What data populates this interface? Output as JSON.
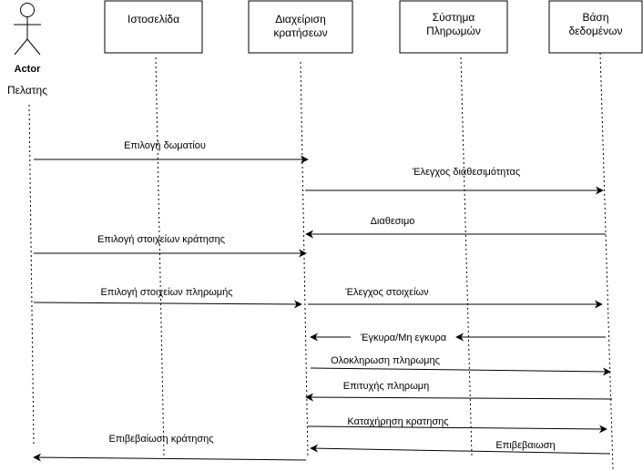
{
  "colors": {
    "line": "#000000",
    "box_fill": "#ffffff",
    "text": "#000000"
  },
  "actor": {
    "role_label": "Actor",
    "name_label": "Πελατης"
  },
  "participants": [
    {
      "id": "website",
      "lines": [
        "Ιστοσελίδα"
      ]
    },
    {
      "id": "booking",
      "lines": [
        "Διαχείριση",
        "κρατήσεων"
      ]
    },
    {
      "id": "payment",
      "lines": [
        "Σύστημα",
        "Πληρωμών"
      ]
    },
    {
      "id": "database",
      "lines": [
        "Βάση",
        "δεδομένων"
      ]
    }
  ],
  "messages": [
    {
      "id": "select-room",
      "label": "Επιλογή δωματίου"
    },
    {
      "id": "check-availability",
      "label": "Έλεγχος διαθεσιμότητας"
    },
    {
      "id": "available",
      "label": "Διαθεσιμο"
    },
    {
      "id": "select-booking-details",
      "label": "Επιλογή στοιχείων κράτησης"
    },
    {
      "id": "select-payment-details",
      "label": "Επιλογή στοιχείων πληρωμής"
    },
    {
      "id": "check-details",
      "label": "Έλεγχος στοιχείων"
    },
    {
      "id": "valid-invalid",
      "label": "Έγκυρα/Μη εγκυρα"
    },
    {
      "id": "complete-payment",
      "label": "Ολοκληρωση πληρωμης"
    },
    {
      "id": "successful-payment",
      "label": "Επιτυχής πληρωμη"
    },
    {
      "id": "register-booking",
      "label": "Καταχήρηση κρατησης"
    },
    {
      "id": "confirmation",
      "label": "Επιβεβαιωση"
    },
    {
      "id": "booking-confirmation",
      "label": "Επιβεβαίωση κράτησης"
    }
  ]
}
